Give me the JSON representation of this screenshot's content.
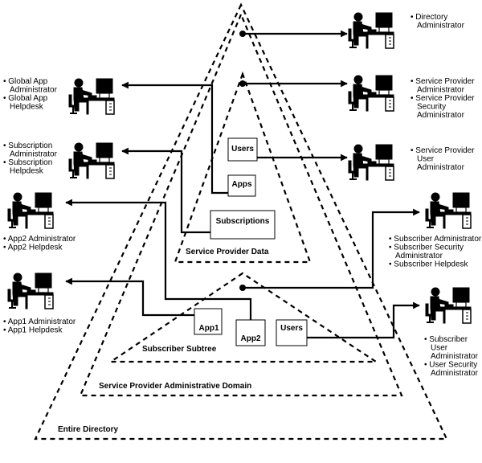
{
  "regions": {
    "entire_directory": "Entire Directory",
    "sp_admin_domain": "Service Provider Administrative Domain",
    "subscriber_subtree": "Subscriber Subtree",
    "sp_data": "Service Provider Data"
  },
  "boxes": {
    "users_top": "Users",
    "apps": "Apps",
    "subscriptions": "Subscriptions",
    "app1": "App1",
    "app2": "App2",
    "users_bottom": "Users"
  },
  "roles": {
    "directory_admin": [
      "• Directory",
      "Administrator"
    ],
    "sp_admin": [
      "• Service Provider",
      "Administrator",
      "• Service Provider",
      "Security",
      "Administrator"
    ],
    "sp_user_admin": [
      "• Service Provider",
      "User",
      "Administrator"
    ],
    "global_app": [
      "• Global App",
      "Administrator",
      "• Global App",
      "Helpdesk"
    ],
    "subscription": [
      "• Subscription",
      "Administrator",
      "• Subscription",
      "Helpdesk"
    ],
    "app2": [
      "• App2 Administrator",
      "• App2 Helpdesk"
    ],
    "app1": [
      "• App1 Administrator",
      "• App1 Helpdesk"
    ],
    "subscriber_admin": [
      "• Subscriber Administrator",
      "• Subscriber Security",
      "Administrator",
      "• Subscriber Helpdesk"
    ],
    "subscriber_user_admin": [
      "• Subscriber",
      "User",
      "Administrator",
      "• User Security",
      "Administrator"
    ]
  }
}
